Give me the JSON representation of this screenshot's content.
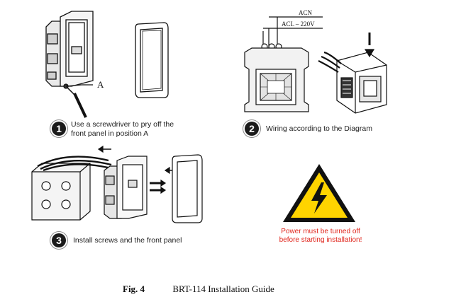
{
  "steps": [
    {
      "number": "1",
      "text_line1": "Use a screwdriver to pry off the",
      "text_line2": "front panel in position A",
      "callout": "A"
    },
    {
      "number": "2",
      "text": "Wiring according to the Diagram",
      "wire_labels": [
        "ACN",
        "ACL – 220V"
      ]
    },
    {
      "number": "3",
      "text": "Install screws and the front panel"
    }
  ],
  "warning": {
    "line1": "Power must be turned off",
    "line2": "before starting installation!",
    "color": "#e0241b",
    "triangle_color": "#ffd400",
    "icon": "high-voltage-warning-icon"
  },
  "caption": {
    "figure_label": "Fig. 4",
    "title": "BRT-114 Installation Guide"
  }
}
